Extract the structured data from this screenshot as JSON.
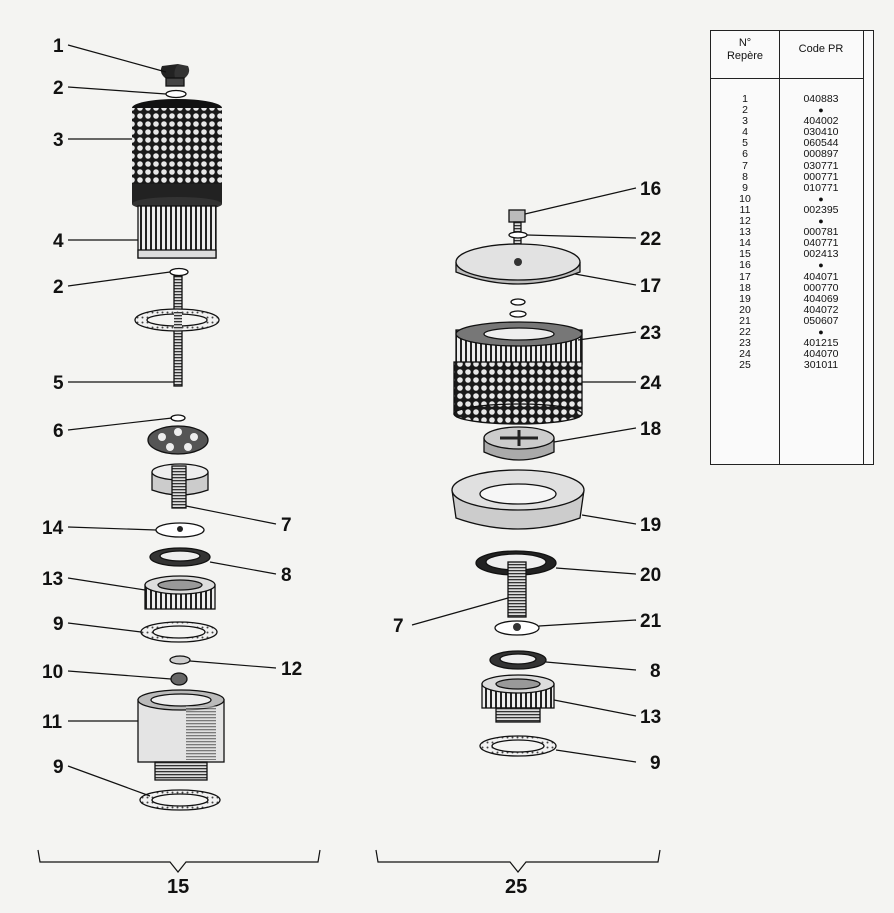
{
  "left_callouts": [
    "1",
    "2",
    "3",
    "4",
    "2",
    "5",
    "6",
    "14",
    "13",
    "9",
    "10",
    "11",
    "9"
  ],
  "left_right_callouts": [
    "7",
    "8",
    "12"
  ],
  "right_callouts": [
    "16",
    "22",
    "17",
    "23",
    "24",
    "18",
    "19",
    "20",
    "21",
    "8",
    "13",
    "9"
  ],
  "right_left_callouts": [
    "7"
  ],
  "group_left": "15",
  "group_right": "25",
  "table": {
    "head_ref": "N° Repère",
    "head_ref_line1": "N°",
    "head_ref_line2": "Repère",
    "head_code": "Code PR",
    "refs": [
      "1",
      "2",
      "3",
      "4",
      "5",
      "6",
      "7",
      "8",
      "9",
      "10",
      "11",
      "12",
      "13",
      "14",
      "15",
      "16",
      "17",
      "18",
      "19",
      "20",
      "21",
      "22",
      "23",
      "24",
      "25"
    ],
    "codes": [
      "040883",
      "●",
      "404002",
      "030410",
      "060544",
      "000897",
      "030771",
      "000771",
      "010771",
      "●",
      "002395",
      "●",
      "000781",
      "040771",
      "002413",
      "●",
      "404071",
      "000770",
      "404069",
      "404072",
      "050607",
      "●",
      "401215",
      "404070",
      "301011"
    ]
  }
}
